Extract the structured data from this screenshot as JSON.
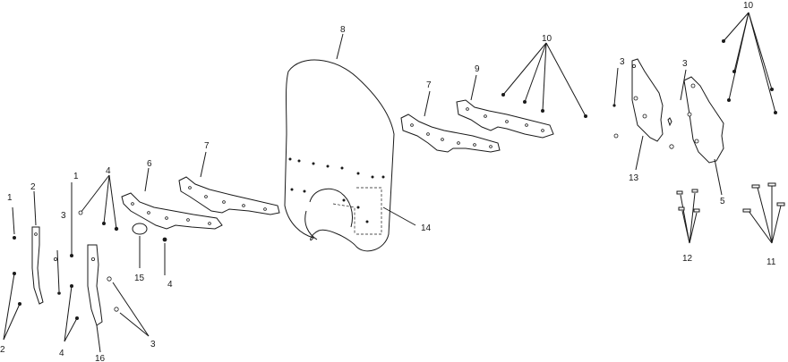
{
  "diagram": {
    "callouts": {
      "c8": "8",
      "c10_mid": "10",
      "c10_right": "10",
      "c9": "9",
      "c7_mid": "7",
      "c7_left": "7",
      "c6": "6",
      "c3_a": "3",
      "c3_b": "3",
      "c13": "13",
      "c5": "5",
      "c12": "12",
      "c11": "11",
      "c14": "14",
      "c15": "15",
      "c4_mid": "4",
      "c4_top": "4",
      "c1_a": "1",
      "c1_b": "1",
      "c2": "2",
      "c3_left": "3",
      "c2_bottom": "2",
      "c4_bottom": "4",
      "c16": "16",
      "c3_bottom": "3"
    }
  }
}
